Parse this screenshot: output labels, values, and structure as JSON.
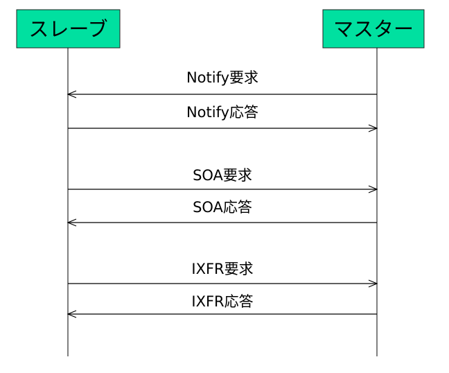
{
  "diagram": {
    "actors": {
      "slave": {
        "label": "スレーブ"
      },
      "master": {
        "label": "マスター"
      }
    },
    "messages": [
      {
        "id": "notify-request",
        "label": "Notify要求",
        "from": "master",
        "to": "slave"
      },
      {
        "id": "notify-response",
        "label": "Notify応答",
        "from": "slave",
        "to": "master"
      },
      {
        "id": "soa-request",
        "label": "SOA要求",
        "from": "slave",
        "to": "master"
      },
      {
        "id": "soa-response",
        "label": "SOA応答",
        "from": "master",
        "to": "slave"
      },
      {
        "id": "ixfr-request",
        "label": "IXFR要求",
        "from": "slave",
        "to": "master"
      },
      {
        "id": "ixfr-response",
        "label": "IXFR応答",
        "from": "master",
        "to": "slave"
      }
    ]
  }
}
